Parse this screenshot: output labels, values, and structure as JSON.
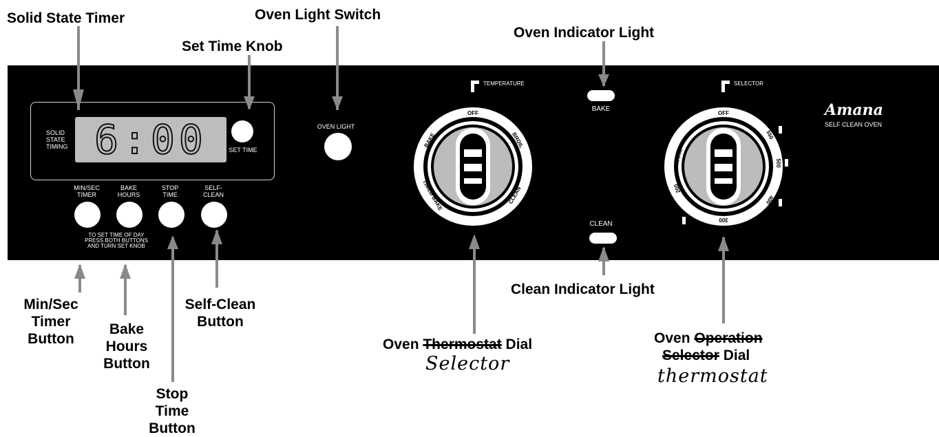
{
  "callouts": {
    "solid_state_timer": "Solid State Timer",
    "oven_light_switch": "Oven Light Switch",
    "set_time_knob": "Set Time Knob",
    "oven_indicator_light": "Oven Indicator Light",
    "min_sec_timer_button": [
      "Min/Sec",
      "Timer",
      "Button"
    ],
    "bake_hours_button": [
      "Bake",
      "Hours",
      "Button"
    ],
    "self_clean_button": [
      "Self-Clean",
      "Button"
    ],
    "stop_time_button": [
      "Stop",
      "Time",
      "Button"
    ],
    "clean_indicator_light": "Clean Indicator Light",
    "oven_thermostat_dial": {
      "pre": "Oven ",
      "struck": "Thermostat",
      "post": " Dial"
    },
    "oven_operation_selector_dial": {
      "line1_pre": "Oven ",
      "line1_struck": "Operation",
      "line2_struck": "Selector",
      "line2_post": " Dial"
    }
  },
  "handwriting": {
    "selector_note": "Selector",
    "thermostat_note": "thermostat"
  },
  "panel": {
    "timer": {
      "label": [
        "SOLID",
        "STATE",
        "TIMING"
      ],
      "display": "6:00",
      "set_time_label": "SET TIME"
    },
    "oven_light_label": "OVEN LIGHT",
    "buttons": [
      {
        "label": [
          "MIN/SEC",
          "TIMER"
        ]
      },
      {
        "label": [
          "BAKE",
          "HOURS"
        ]
      },
      {
        "label": [
          "STOP",
          "TIME"
        ]
      },
      {
        "label": [
          "SELF-",
          "CLEAN"
        ]
      }
    ],
    "instructions": [
      "TO SET TIME OF DAY",
      "PRESS BOTH BUTTONS",
      "AND TURN SET KNOB"
    ],
    "temperature_dial": {
      "title": "TEMPERATURE",
      "marks": [
        "OFF",
        "BAKE",
        "BROIL",
        "TIMED BAKE",
        "CLEAN"
      ]
    },
    "bake_label": "BAKE",
    "clean_label": "CLEAN",
    "selector_dial": {
      "title": "SELECTOR",
      "marks": [
        "OFF",
        "WARM",
        "200",
        "300",
        "400",
        "500",
        "550"
      ]
    },
    "brand": {
      "name": "Amana",
      "sub": "SELF CLEAN OVEN"
    }
  }
}
